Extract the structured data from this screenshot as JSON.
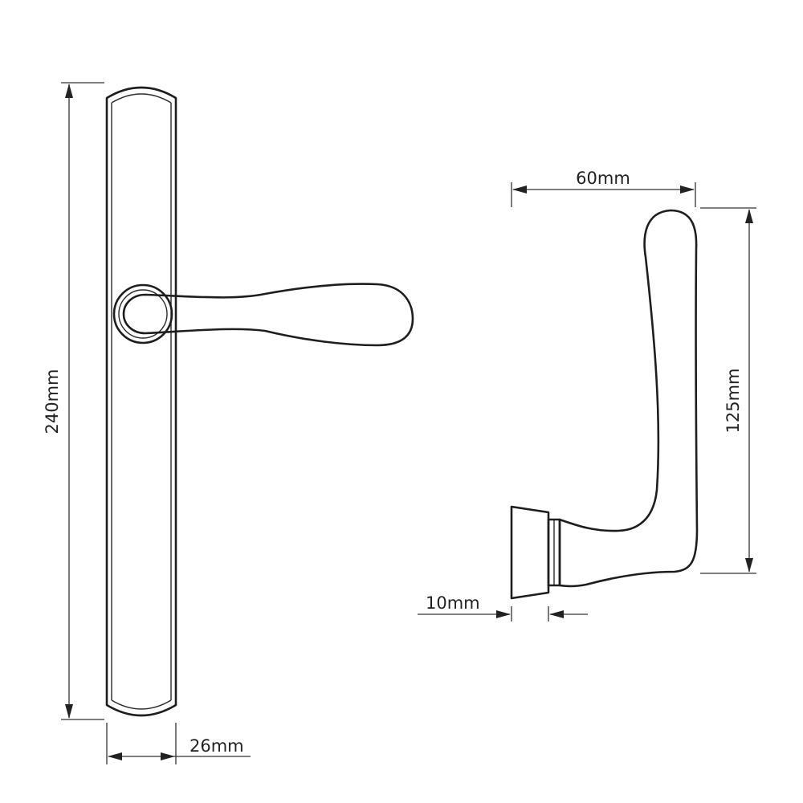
{
  "dimensions": {
    "backplate_height": "240mm",
    "backplate_width": "26mm",
    "lever_projection": "60mm",
    "lever_length": "125mm",
    "rose_depth": "10mm"
  },
  "colors": {
    "line": "#1e1e1e",
    "background": "#ffffff"
  }
}
